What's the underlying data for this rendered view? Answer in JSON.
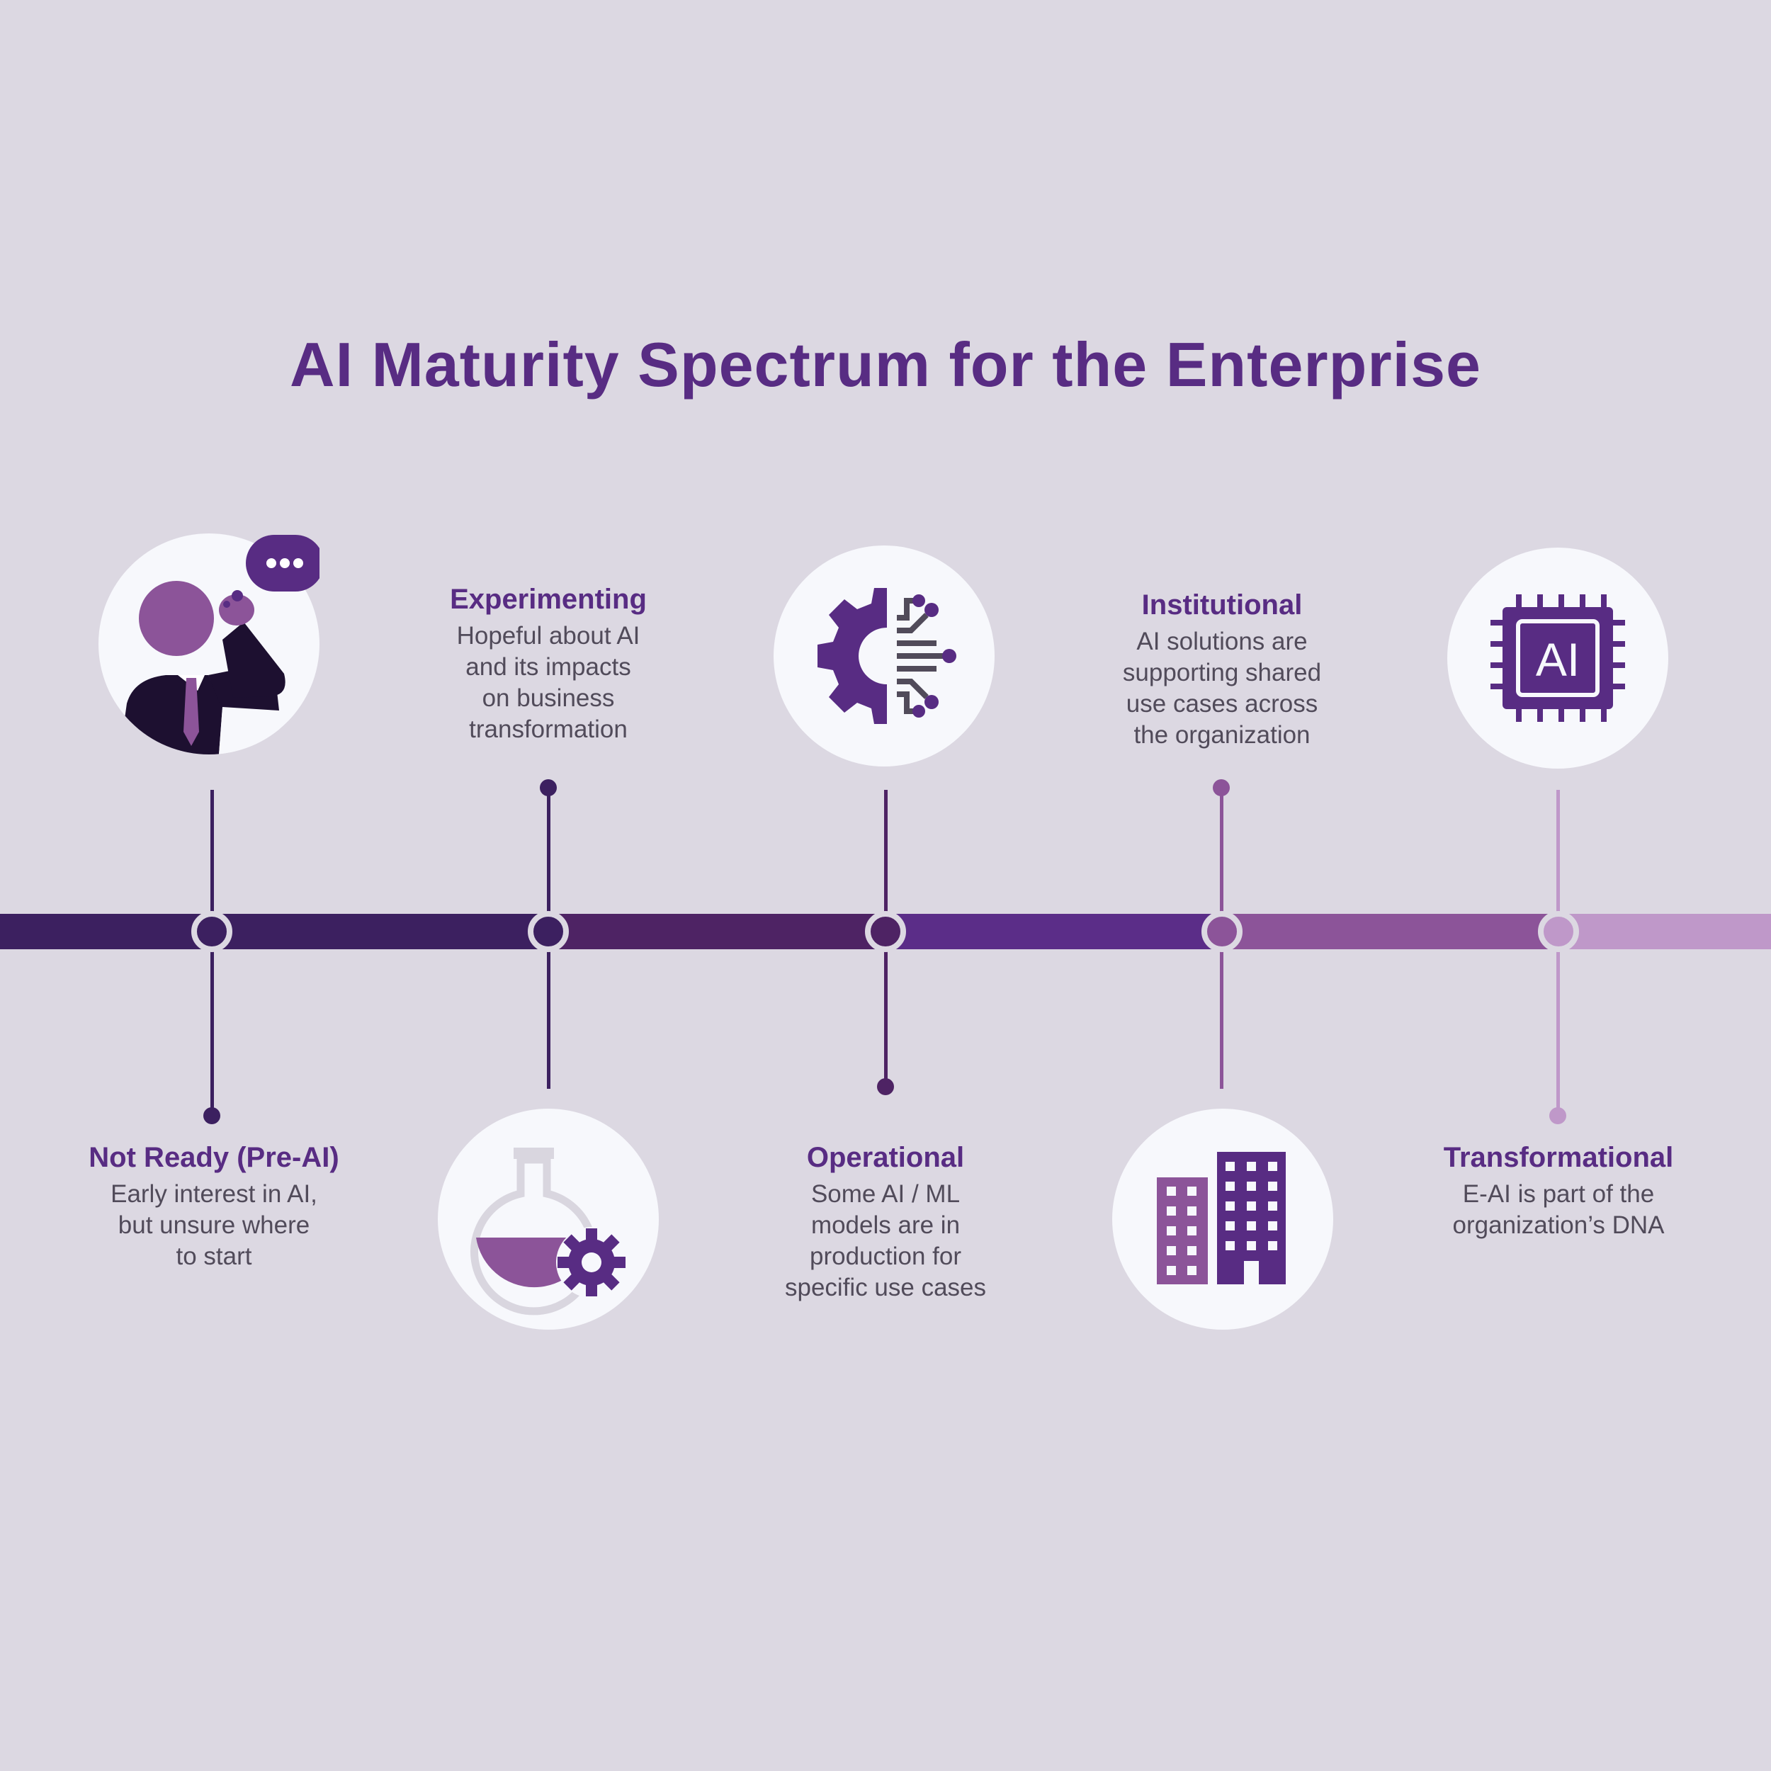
{
  "title": "AI Maturity Spectrum for the Enterprise",
  "colors": {
    "background": "#dcd8e2",
    "title": "#582c83",
    "stage1": "#3c2060",
    "stage2": "#4e2364",
    "stage3": "#5b2d88",
    "stage4": "#8c5499",
    "stage5": "#bf98c9"
  },
  "stages": [
    {
      "name": "Not Ready (Pre-AI)",
      "description": [
        "Early interest in AI,",
        "but unsure where",
        "to start"
      ],
      "icon": "thinking-businessman-icon"
    },
    {
      "name": "Experimenting",
      "description": [
        "Hopeful about AI",
        "and its impacts",
        "on business",
        "transformation"
      ],
      "icon": "flask-gear-icon"
    },
    {
      "name": "Operational",
      "description": [
        "Some AI / ML",
        "models are in",
        "production for",
        "specific use cases"
      ],
      "icon": "gear-circuit-icon"
    },
    {
      "name": "Institutional",
      "description": [
        "AI solutions are",
        "supporting shared",
        "use cases across",
        "the organization"
      ],
      "icon": "office-buildings-icon"
    },
    {
      "name": "Transformational",
      "description": [
        "E-AI is part of the",
        "organization’s DNA"
      ],
      "icon": "ai-chip-icon",
      "icon_text": "AI"
    }
  ]
}
